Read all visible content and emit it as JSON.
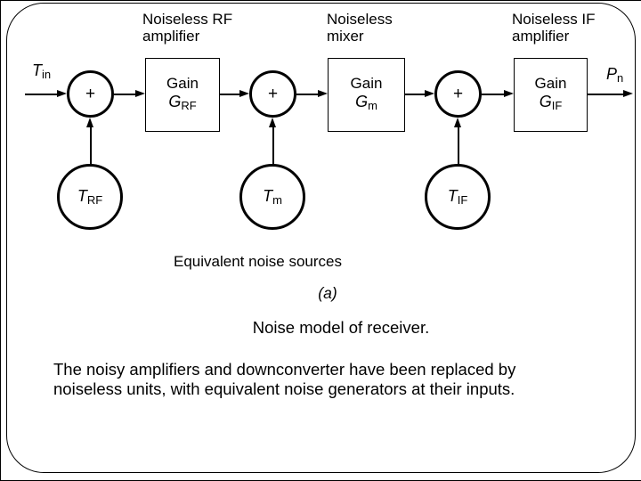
{
  "diagram": {
    "stage_labels": [
      {
        "line1": "Noiseless RF",
        "line2": "amplifier"
      },
      {
        "line1": "Noiseless",
        "line2": "mixer"
      },
      {
        "line1": "Noiseless IF",
        "line2": "amplifier"
      }
    ],
    "input_label": {
      "base": "T",
      "sub": "in"
    },
    "output_label": {
      "base": "P",
      "sub": "n"
    },
    "sum_symbol": "+",
    "gain_blocks": [
      {
        "label": "Gain",
        "sym": "G",
        "sub": "RF"
      },
      {
        "label": "Gain",
        "sym": "G",
        "sub": "m"
      },
      {
        "label": "Gain",
        "sym": "G",
        "sub": "IF"
      }
    ],
    "noise_sources": [
      {
        "sym": "T",
        "sub": "RF"
      },
      {
        "sym": "T",
        "sub": "m"
      },
      {
        "sym": "T",
        "sub": "IF"
      }
    ],
    "noise_caption": "Equivalent noise sources",
    "subfigure_label": "(a)"
  },
  "caption": {
    "title": "Noise model of receiver.",
    "body_line1": "The noisy amplifiers and downconverter have been replaced by",
    "body_line2": "noiseless units, with equivalent noise generators at their inputs."
  },
  "colors": {
    "ink": "#000000",
    "background": "#ffffff"
  }
}
